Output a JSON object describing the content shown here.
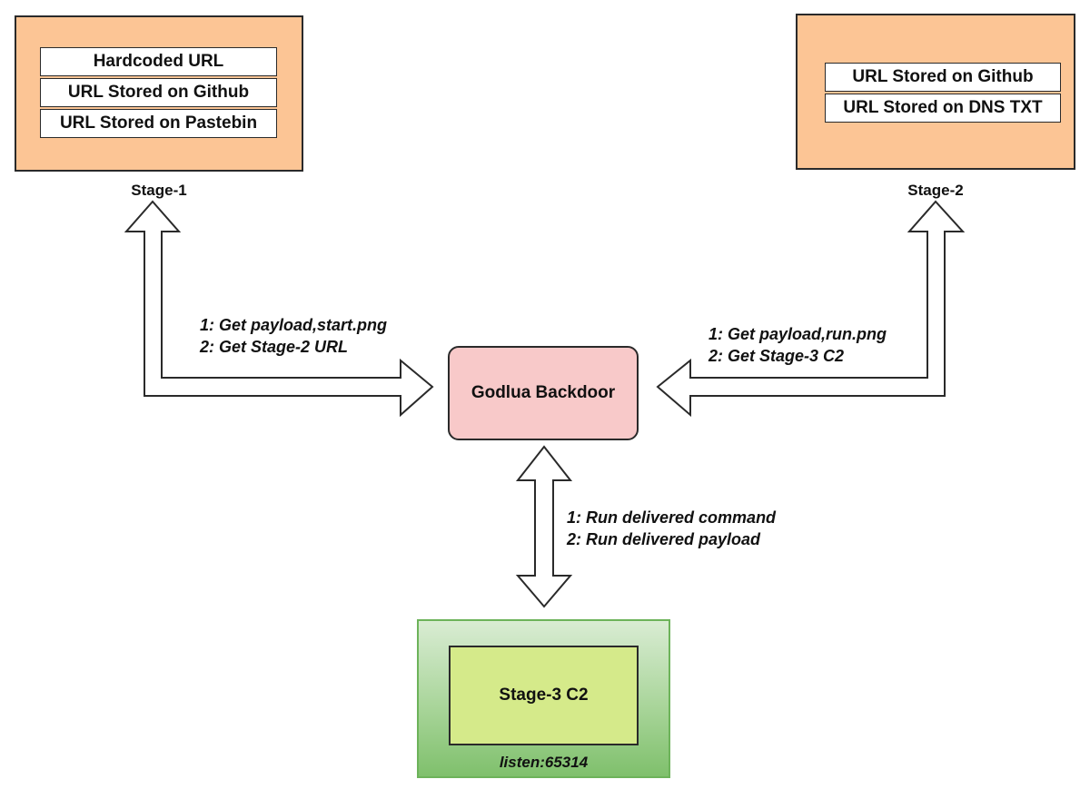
{
  "stage1": {
    "urls": [
      "Hardcoded URL",
      "URL Stored on Github",
      "URL Stored on Pastebin"
    ],
    "caption": "Stage-1"
  },
  "stage2": {
    "urls": [
      "URL Stored on Github",
      "URL Stored on DNS TXT"
    ],
    "caption": "Stage-2"
  },
  "backdoor": {
    "label": "Godlua Backdoor"
  },
  "stage3": {
    "label": "Stage-3 C2",
    "listen": "listen:65314"
  },
  "edges": {
    "stage1": [
      "1: Get  payload,start.png",
      "2: Get Stage-2 URL"
    ],
    "stage2": [
      "1: Get  payload,run.png",
      "2: Get Stage-3 C2"
    ],
    "stage3": [
      "1: Run delivered command",
      "2: Run delivered payload"
    ]
  },
  "colors": {
    "stage_fill": "#fcc595",
    "backdoor_fill": "#f8c9c9",
    "c2_outer_fill": "#a9d59a",
    "c2_inner_fill": "#d5ea8a",
    "outline": "#2a2a2a"
  }
}
